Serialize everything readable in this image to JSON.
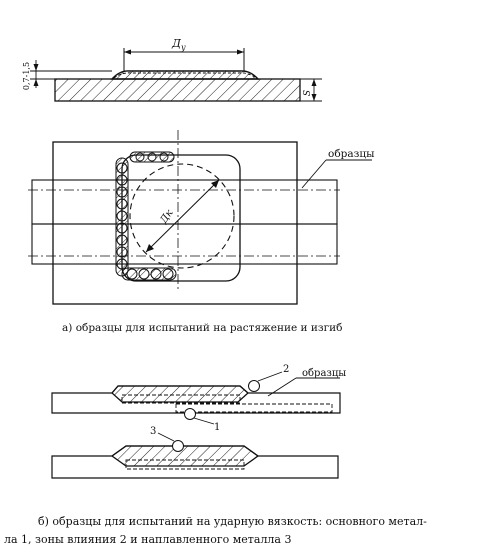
{
  "top_view": {
    "dim_du": "Д",
    "dim_du_sub": "у",
    "dim_thickness": "0,7-1,5",
    "dim_s": "S"
  },
  "plan_view": {
    "dim_dk": "Дк",
    "label_samples": "образцы"
  },
  "caption_a": "а)  образцы для испытаний на растяжение и изгиб",
  "impact_view": {
    "label_samples": "образцы",
    "marker_1": "1",
    "marker_2": "2",
    "marker_3": "3"
  },
  "caption_b_line1": "б) образцы для испытаний на ударную вязкость: основного метал-",
  "caption_b_line2": "ла 1, зоны влияния 2 и наплавленного металла 3"
}
